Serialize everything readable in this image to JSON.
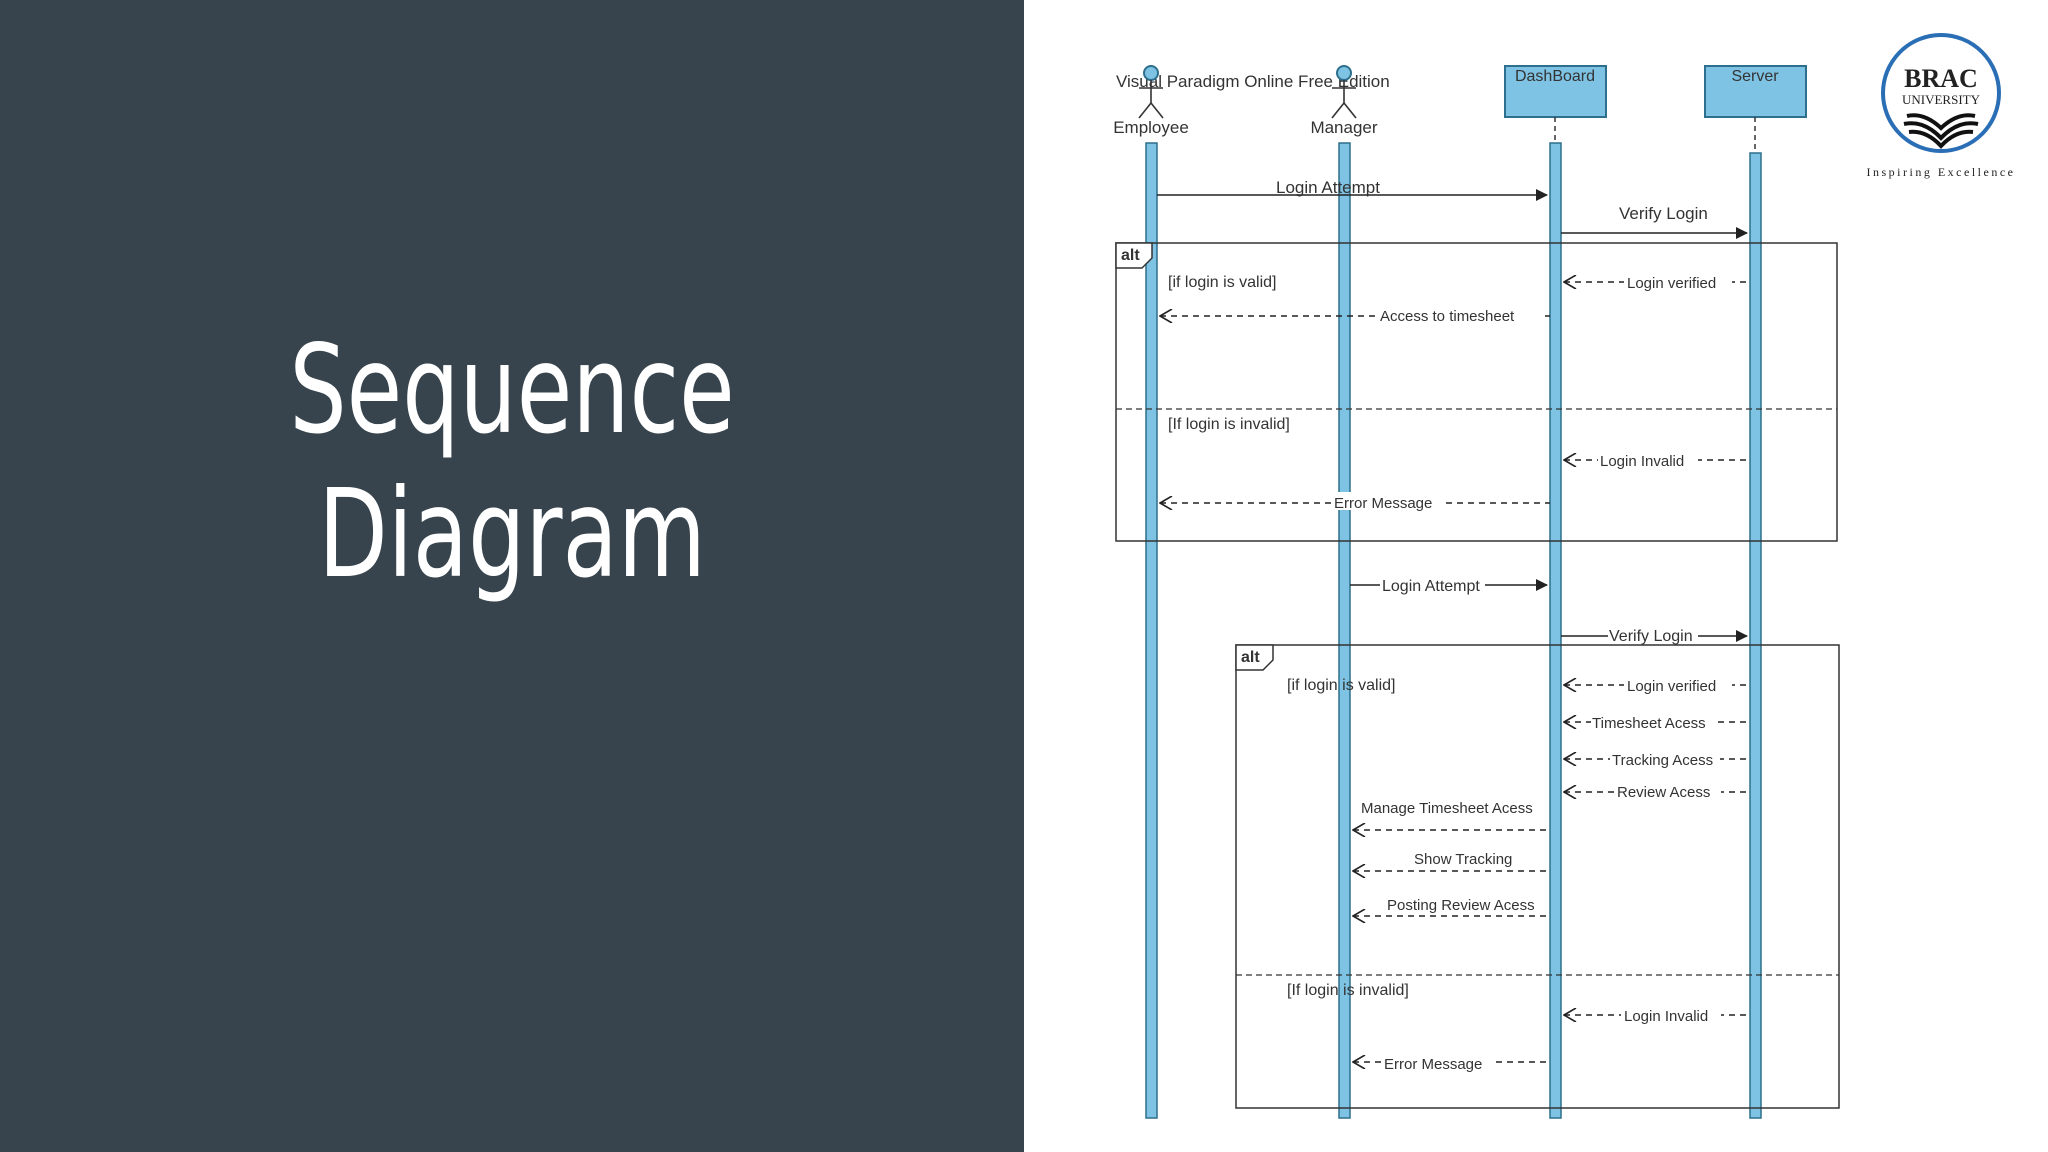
{
  "slide": {
    "title_line1": "Sequence",
    "title_line2": "Diagram"
  },
  "colors": {
    "left_panel": "#37444d",
    "lifeline_fill": "#7ec3e3",
    "lifeline_stroke": "#2d6f8c",
    "line": "#222222",
    "logo_blue": "#2a6fb5"
  },
  "diagram": {
    "watermark": "Visual Paradigm Online Free Edition",
    "actors": [
      {
        "id": "employee",
        "label": "Employee",
        "type": "actor"
      },
      {
        "id": "manager",
        "label": "Manager",
        "type": "actor"
      },
      {
        "id": "dashboard",
        "label": "DashBoard",
        "type": "object"
      },
      {
        "id": "server",
        "label": "Server",
        "type": "object"
      }
    ],
    "fragments": [
      {
        "label": "alt",
        "guard1": "[if login is valid]",
        "guard2": "[If login is invalid]"
      },
      {
        "label": "alt",
        "guard1": "[if login is valid]",
        "guard2": "[If login is invalid]"
      }
    ],
    "messages": [
      {
        "label": "Login Attempt",
        "from": "employee",
        "to": "dashboard",
        "kind": "sync"
      },
      {
        "label": "Verify Login",
        "from": "dashboard",
        "to": "server",
        "kind": "sync"
      },
      {
        "label": "Login verified",
        "from": "server",
        "to": "dashboard",
        "kind": "reply"
      },
      {
        "label": "Access to timesheet",
        "from": "dashboard",
        "to": "employee",
        "kind": "reply"
      },
      {
        "label": "Login Invalid",
        "from": "server",
        "to": "dashboard",
        "kind": "reply"
      },
      {
        "label": "Error Message",
        "from": "dashboard",
        "to": "employee",
        "kind": "reply"
      },
      {
        "label": "Login Attempt",
        "from": "manager",
        "to": "dashboard",
        "kind": "sync"
      },
      {
        "label": "Verify Login",
        "from": "dashboard",
        "to": "server",
        "kind": "sync"
      },
      {
        "label": "Login verified",
        "from": "server",
        "to": "dashboard",
        "kind": "reply"
      },
      {
        "label": "Timesheet Acess",
        "from": "server",
        "to": "dashboard",
        "kind": "reply"
      },
      {
        "label": "Tracking Acess",
        "from": "server",
        "to": "dashboard",
        "kind": "reply"
      },
      {
        "label": "Review Acess",
        "from": "server",
        "to": "dashboard",
        "kind": "reply"
      },
      {
        "label": "Manage Timesheet Acess",
        "from": "dashboard",
        "to": "manager",
        "kind": "reply"
      },
      {
        "label": "Show Tracking",
        "from": "dashboard",
        "to": "manager",
        "kind": "reply"
      },
      {
        "label": "Posting Review Acess",
        "from": "dashboard",
        "to": "manager",
        "kind": "reply"
      },
      {
        "label": "Login Invalid",
        "from": "server",
        "to": "dashboard",
        "kind": "reply"
      },
      {
        "label": "Error Message",
        "from": "dashboard",
        "to": "manager",
        "kind": "reply"
      }
    ]
  },
  "logo": {
    "name": "BRAC",
    "subtitle": "UNIVERSITY",
    "tagline": "Inspiring Excellence"
  }
}
